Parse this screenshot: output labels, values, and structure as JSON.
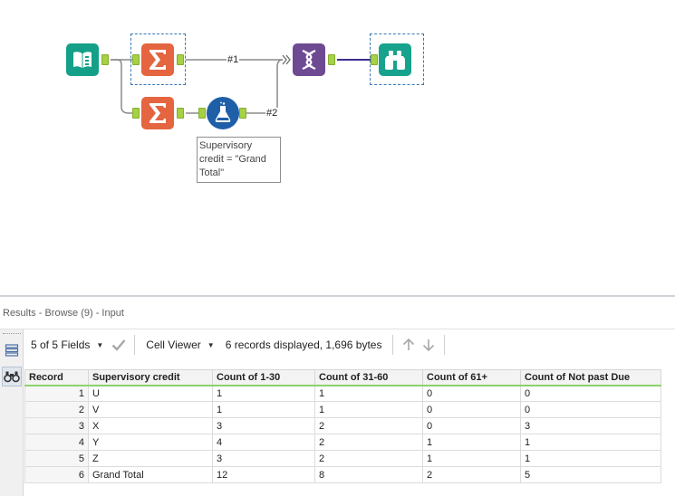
{
  "canvas": {
    "wire_labels": [
      "#1",
      "#2"
    ],
    "annotation": [
      "Supervisory",
      "credit = \"Grand",
      "Total\""
    ],
    "tools": {
      "input": "book-icon",
      "summarize_1": "sigma-icon",
      "summarize_2": "sigma-icon",
      "formula": "flask-icon",
      "join": "dna-icon",
      "browse": "binoculars-icon"
    },
    "colors": {
      "input": "#14a088",
      "summarize": "#e4653f",
      "formula": "#1f5fa8",
      "join": "#6e4a93",
      "browse": "#17a28d",
      "anchor": "#a5d142",
      "output_wire": "#3b2f8f"
    }
  },
  "results": {
    "title": "Results - Browse (9) - Input",
    "toolbar": {
      "fields": "5 of 5 Fields",
      "viewer": "Cell Viewer",
      "info": "6 records displayed, 1,696 bytes"
    },
    "columns": [
      "Record",
      "Supervisory credit",
      "Count of 1-30",
      "Count of 31-60",
      "Count of 61+",
      "Count of Not past Due"
    ],
    "rows": [
      [
        "1",
        "U",
        "1",
        "1",
        "0",
        "0"
      ],
      [
        "2",
        "V",
        "1",
        "1",
        "0",
        "0"
      ],
      [
        "3",
        "X",
        "3",
        "2",
        "0",
        "3"
      ],
      [
        "4",
        "Y",
        "4",
        "2",
        "1",
        "1"
      ],
      [
        "5",
        "Z",
        "3",
        "2",
        "1",
        "1"
      ],
      [
        "6",
        "Grand Total",
        "12",
        "8",
        "2",
        "5"
      ]
    ]
  }
}
